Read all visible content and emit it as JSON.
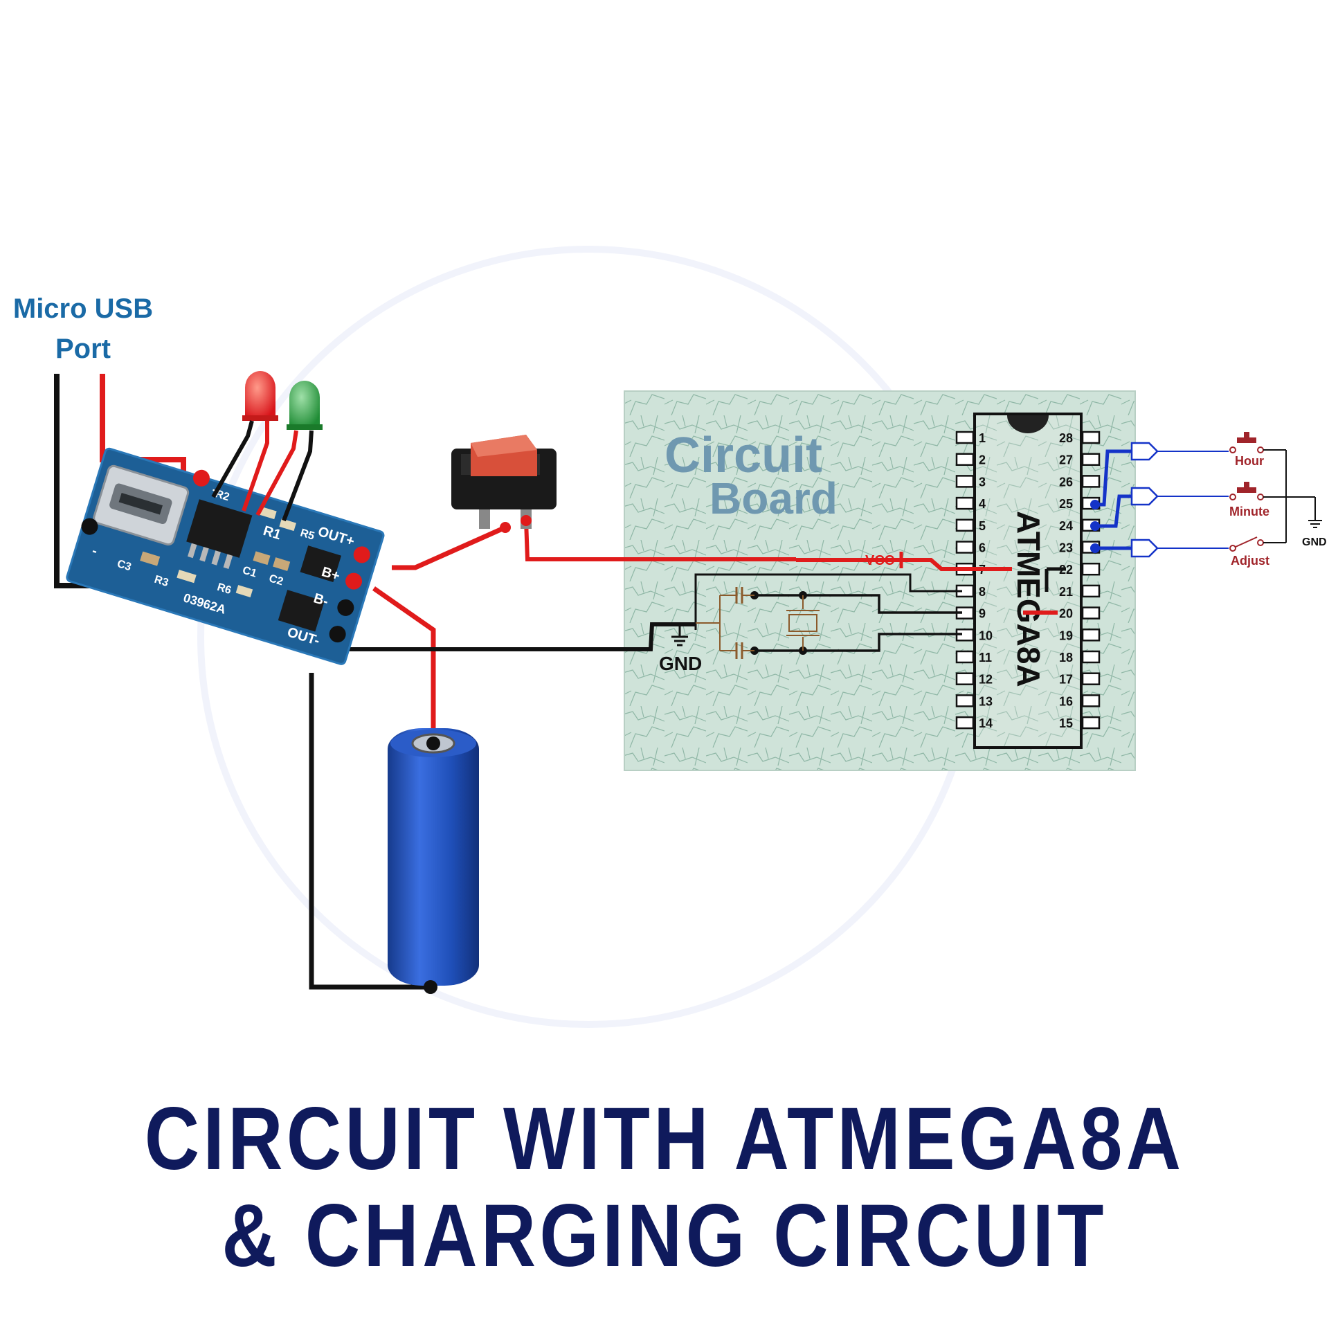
{
  "title": {
    "line1": "CIRCUIT WITH ATMEGA8A",
    "line2": "& CHARGING CIRCUIT"
  },
  "usb_port": {
    "line1": "Micro USB",
    "line2": "Port"
  },
  "charger_module": {
    "silkscreen": {
      "plus": "+",
      "minus": "-",
      "out_plus": "OUT+",
      "b_plus": "B+",
      "b_minus": "B-",
      "out_minus": "OUT-",
      "r1": "R1",
      "r2": "R2",
      "r3": "R3",
      "r5": "R5",
      "r6": "R6",
      "c1": "C1",
      "c2": "C2",
      "c3": "C3",
      "part": "03962A"
    }
  },
  "circuit_board": {
    "label_line1": "Circuit",
    "label_line2": "Board",
    "chip_name": "ATMEGA8A",
    "left_pins": [
      "1",
      "2",
      "3",
      "4",
      "5",
      "6",
      "7",
      "8",
      "9",
      "10",
      "11",
      "12",
      "13",
      "14"
    ],
    "right_pins": [
      "28",
      "27",
      "26",
      "25",
      "24",
      "23",
      "22",
      "21",
      "20",
      "19",
      "18",
      "17",
      "16",
      "15"
    ],
    "vcc_label": "VCC",
    "gnd_label": "GND"
  },
  "buttons": {
    "hour": "Hour",
    "minute": "Minute",
    "adjust": "Adjust",
    "gnd": "GND"
  },
  "colors": {
    "title": "#0f1a5c",
    "usb_label": "#1a6aa6",
    "wire_red": "#e01b1b",
    "wire_black": "#111111",
    "wire_blue": "#1433c8",
    "pcb_blue": "#1d5f96",
    "board_bg": "#cfe3d9",
    "battery_blue": "#1f4fb8",
    "switch_red": "#d8503a",
    "button_red": "#a0242a"
  }
}
